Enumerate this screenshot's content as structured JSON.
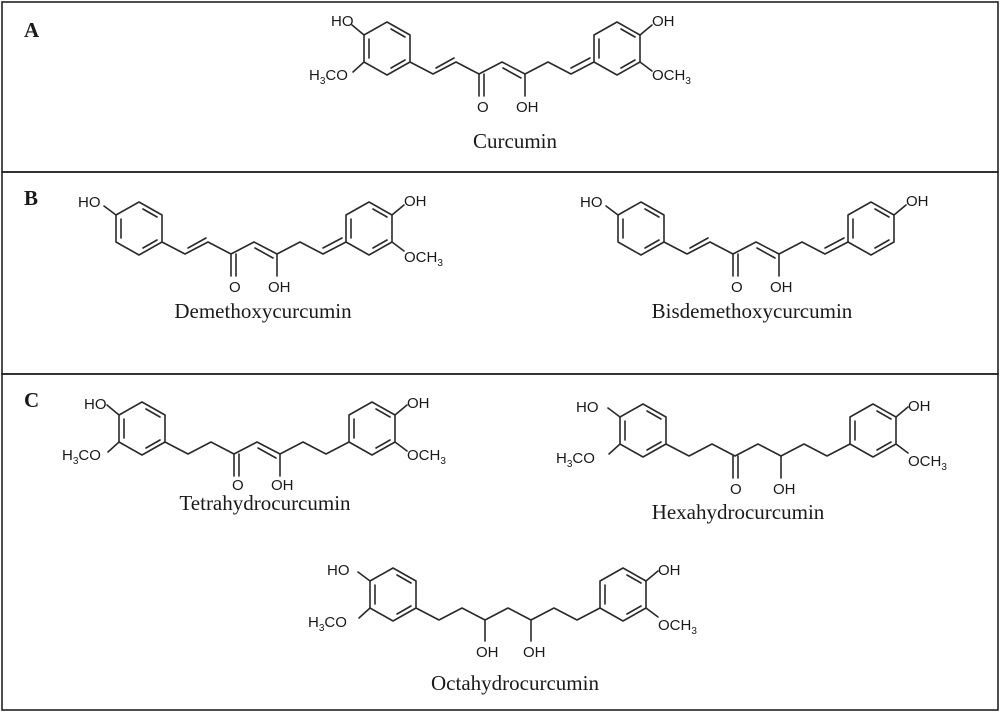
{
  "figure": {
    "panels": [
      {
        "letter": "A",
        "compounds": [
          {
            "id": "curcumin",
            "name": "Curcumin",
            "labels": {
              "left_top": "HO",
              "right_top": "OH",
              "right_side": "OCH",
              "left_side_h": "H",
              "left_side_sub": "3",
              "left_side_rest": "CO",
              "carbonyl": "O",
              "enol": "OH",
              "sub3": "3"
            }
          }
        ]
      },
      {
        "letter": "B",
        "compounds": [
          {
            "id": "demethoxycurcumin",
            "name": "Demethoxycurcumin",
            "labels": {
              "left_top": "HO",
              "right_top": "OH",
              "right_side": "OCH",
              "carbonyl": "O",
              "enol": "OH",
              "sub3": "3"
            }
          },
          {
            "id": "bisdemethoxycurcumin",
            "name": "Bisdemethoxycurcumin",
            "labels": {
              "left_top": "HO",
              "right_top": "OH",
              "carbonyl": "O",
              "enol": "OH"
            }
          }
        ]
      },
      {
        "letter": "C",
        "compounds": [
          {
            "id": "tetrahydrocurcumin",
            "name": "Tetrahydrocurcumin",
            "labels": {
              "left_top": "HO",
              "right_top": "OH",
              "right_side": "OCH",
              "left_side_h": "H",
              "left_side_sub": "3",
              "left_side_rest": "CO",
              "carbonyl": "O",
              "enol": "OH",
              "sub3": "3"
            }
          },
          {
            "id": "hexahydrocurcumin",
            "name": "Hexahydrocurcumin",
            "labels": {
              "left_top": "HO",
              "right_top": "OH",
              "right_side": "OCH",
              "left_side_h": "H",
              "left_side_sub": "3",
              "left_side_rest": "CO",
              "carbonyl": "O",
              "enol": "OH",
              "sub3": "3"
            }
          },
          {
            "id": "octahydrocurcumin",
            "name": "Octahydrocurcumin",
            "labels": {
              "left_top": "HO",
              "right_top": "OH",
              "right_side": "OCH",
              "left_side_h": "H",
              "left_side_sub": "3",
              "left_side_rest": "CO",
              "oh1": "OH",
              "oh2": "OH",
              "sub3": "3"
            }
          }
        ]
      }
    ]
  }
}
